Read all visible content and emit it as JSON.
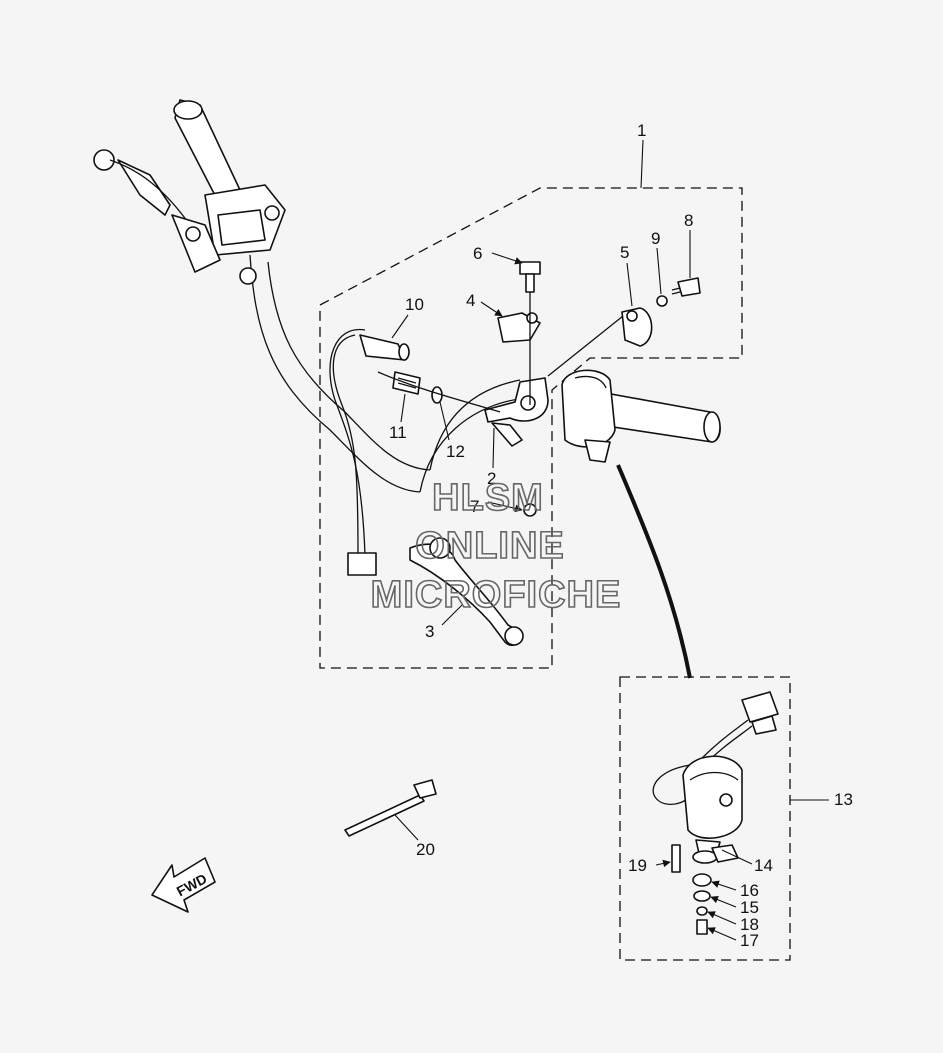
{
  "diagram": {
    "part_numbers": [
      "1",
      "2",
      "3",
      "4",
      "5",
      "6",
      "7",
      "8",
      "9",
      "10",
      "11",
      "12",
      "13",
      "14",
      "15",
      "16",
      "17",
      "18",
      "19",
      "20"
    ],
    "watermark": [
      "HLSM",
      "ONLINE",
      "MICROFICHE"
    ],
    "direction_label": "FWD"
  },
  "colors": {
    "line": "#111111",
    "background": "#f5f5f5",
    "watermark": "#666666"
  },
  "icons": {
    "direction": "fwd-arrow-icon"
  }
}
